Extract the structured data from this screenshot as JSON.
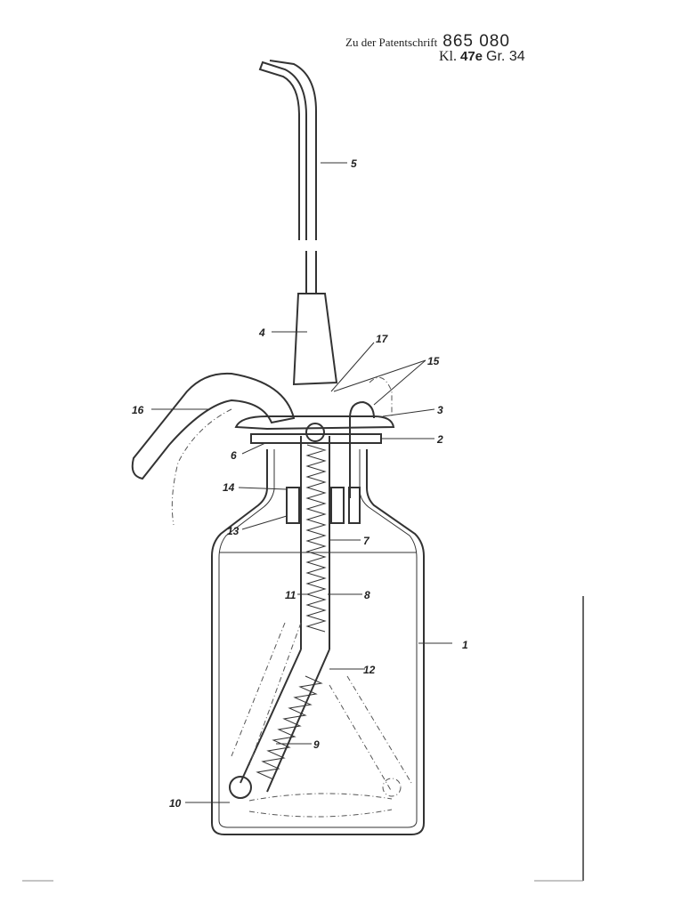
{
  "header": {
    "prefix": "Zu der Patentschrift",
    "patent_number": "865 080",
    "class_prefix": "Kl.",
    "class_number": "47e",
    "group": "Gr. 34"
  },
  "reference_numerals": [
    "1",
    "2",
    "3",
    "4",
    "5",
    "6",
    "7",
    "8",
    "9",
    "10",
    "11",
    "12",
    "13",
    "14",
    "15",
    "16",
    "17"
  ]
}
